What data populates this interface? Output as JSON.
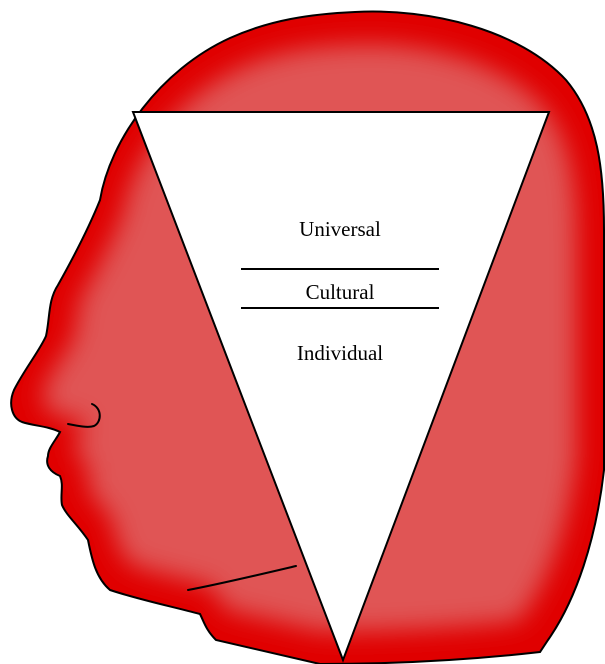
{
  "diagram": {
    "layers": [
      {
        "label": "Universal"
      },
      {
        "label": "Cultural"
      },
      {
        "label": "Individual"
      }
    ]
  },
  "colors": {
    "head_fill": "#e05454",
    "head_edge": "#e00000",
    "outline": "#000000",
    "triangle_fill": "#ffffff",
    "background": "#ffffff"
  }
}
